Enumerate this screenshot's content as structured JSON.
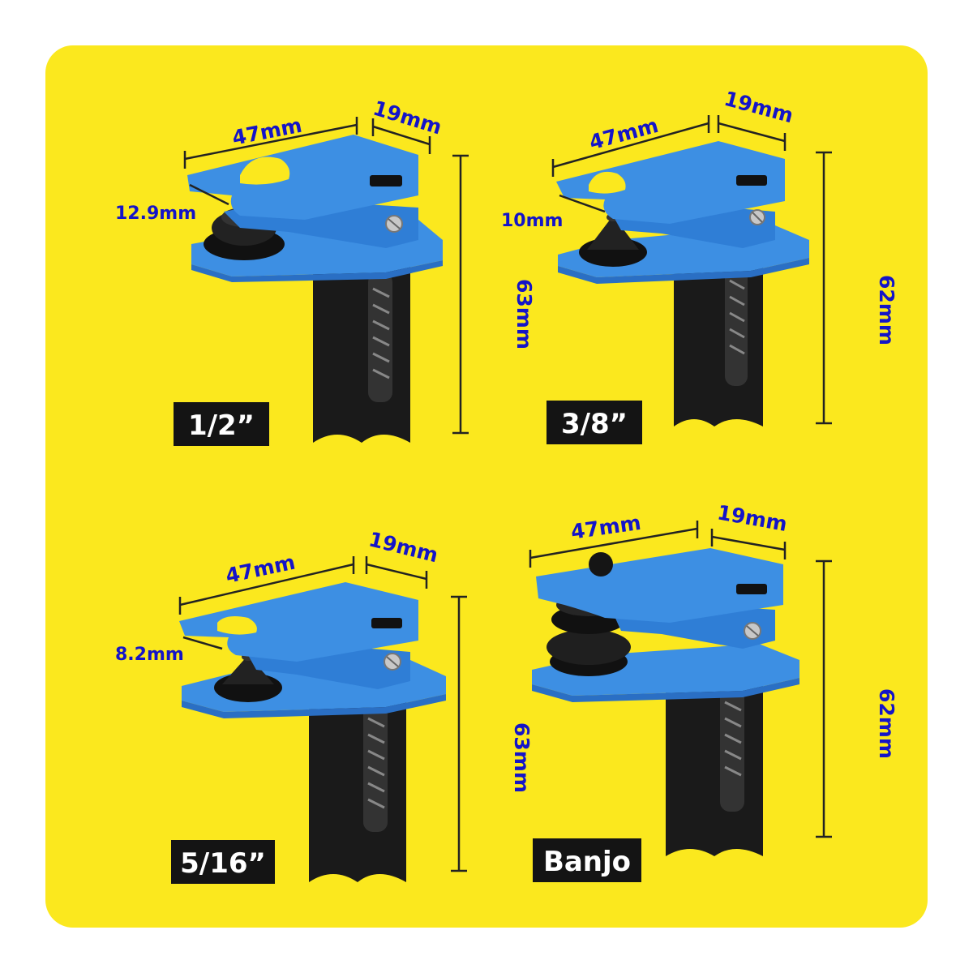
{
  "colors": {
    "background": "#fbe81e",
    "plastic_blue": "#3d8fe3",
    "plastic_blue_dark": "#2a6fc4",
    "rubber_black": "#1a1a1a",
    "dimension_blue": "#1414c8",
    "label_bg": "#141414",
    "label_text": "#ffffff"
  },
  "products": [
    {
      "label": "1/2”",
      "width": "47mm",
      "depth": "19mm",
      "height": "63mm",
      "opening": "12.9mm"
    },
    {
      "label": "3/8”",
      "width": "47mm",
      "depth": "19mm",
      "height": "62mm",
      "opening": "10mm"
    },
    {
      "label": "5/16”",
      "width": "47mm",
      "depth": "19mm",
      "height": "63mm",
      "opening": "8.2mm"
    },
    {
      "label": "Banjo",
      "width": "47mm",
      "depth": "19mm",
      "height": "62mm",
      "opening": ""
    }
  ]
}
